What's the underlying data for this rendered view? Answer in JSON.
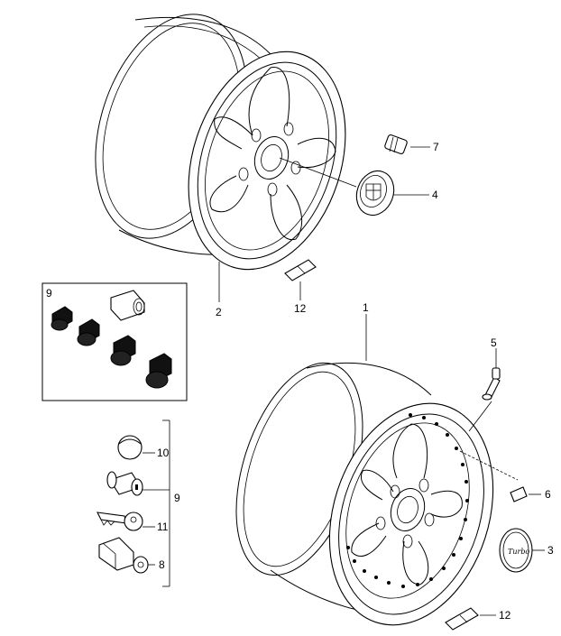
{
  "diagram": {
    "part_numbers": {
      "p1": "1",
      "p2": "2",
      "p3": "3",
      "p4": "4",
      "p5": "5",
      "p6": "6",
      "p7": "7",
      "p8": "8",
      "p9_inset": "9",
      "p9_group": "9",
      "p10": "10",
      "p11": "11",
      "p12_top": "12",
      "p12_bottom": "12"
    },
    "center_cap_text": "Turbo",
    "colors": {
      "line": "#000000",
      "background": "#ffffff"
    }
  }
}
